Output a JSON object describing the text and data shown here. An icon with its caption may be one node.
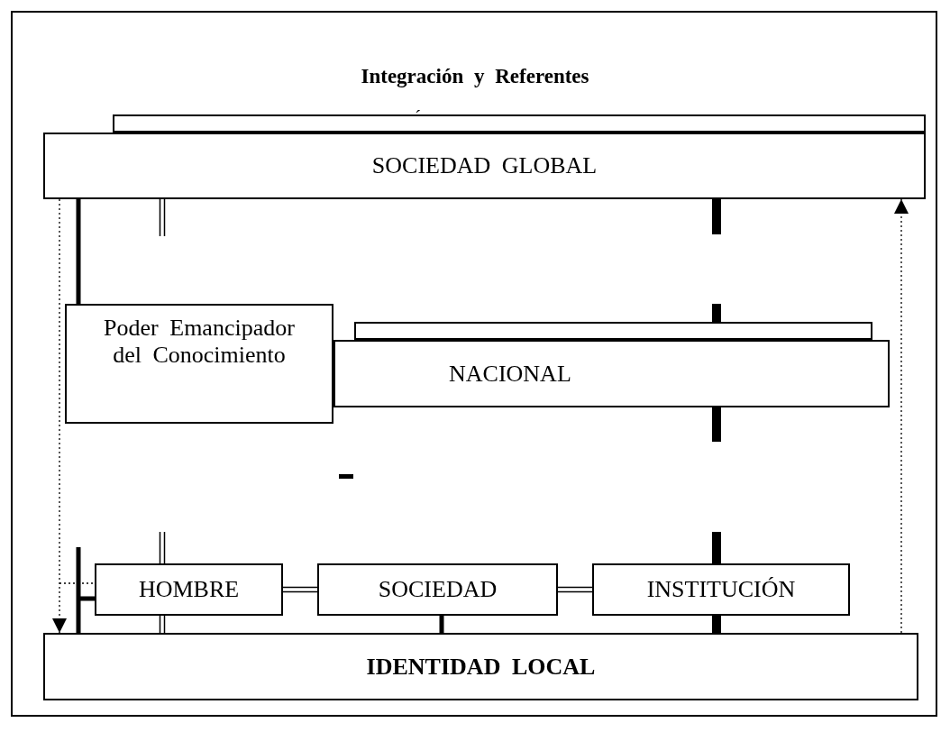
{
  "diagram": {
    "title": "Integración y Referentes",
    "nodes": [
      {
        "text": [],
        "shape": "box"
      },
      {
        "text": [
          "SOCIEDAD GLOBAL"
        ]
      },
      {
        "text": [
          "Poder Emancipador del Conocimiento"
        ]
      },
      {
        "text": [],
        "shape": "box"
      },
      {
        "text": [
          "NACIONAL"
        ]
      },
      {
        "text": [
          "HOMBRE"
        ]
      },
      {
        "text": [
          "SOCIEDAD"
        ]
      },
      {
        "text": [
          "INSTITUCIÓN"
        ]
      },
      {
        "text": [
          "IDENTIDAD LOCAL"
        ]
      }
    ],
    "edges": [
      {
        "from": 1,
        "to": 8,
        "arrow": "to",
        "style": "dashed"
      },
      {
        "from": 8,
        "to": 1,
        "arrow": "to",
        "style": "dashed"
      },
      {
        "from": null,
        "to": 5,
        "arrow": "none",
        "style": "dashed"
      },
      {
        "from": 1,
        "to": 2,
        "arrow": "none",
        "style": "thick"
      },
      {
        "from": 5,
        "to": 8,
        "arrow": "none",
        "style": "thick"
      },
      {
        "from": 5,
        "to": 6,
        "arrow": "none"
      },
      {
        "from": 6,
        "to": 7,
        "arrow": "none"
      },
      {
        "from": 6,
        "to": 8,
        "arrow": "none",
        "style": "thick"
      },
      {
        "from": 1,
        "to": 2,
        "arrow": "none",
        "style": "dashed"
      },
      {
        "from": 2,
        "to": 5,
        "arrow": "none",
        "style": "dashed"
      },
      {
        "from": 5,
        "to": 8,
        "arrow": "none"
      },
      {
        "from": 1,
        "to": 3,
        "arrow": "none",
        "style": "dashed"
      },
      {
        "from": 4,
        "to": 7,
        "arrow": "none",
        "style": "dashed"
      },
      {
        "from": 7,
        "to": 8,
        "arrow": "none",
        "style": "thick"
      }
    ],
    "labels": [
      "´"
    ]
  }
}
